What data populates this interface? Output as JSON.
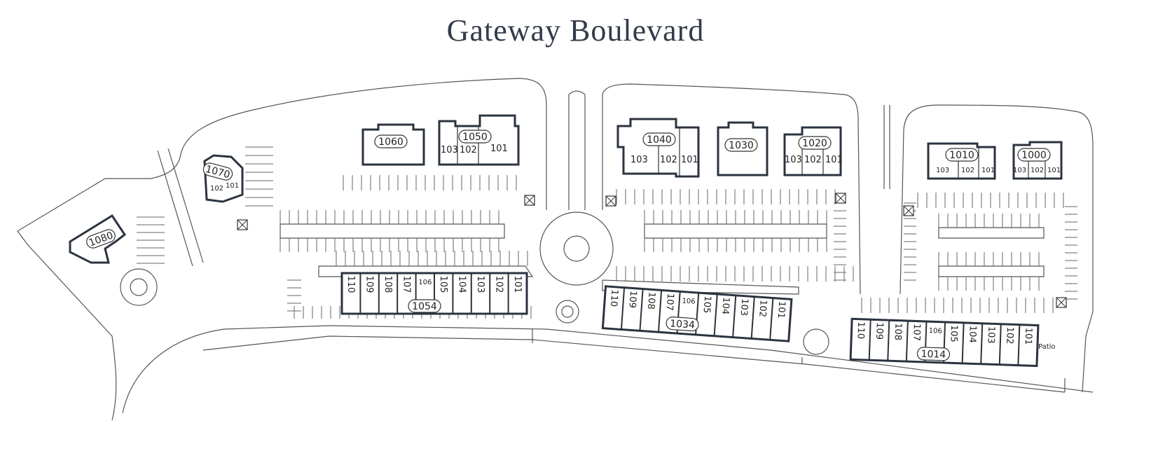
{
  "street": "Gateway Boulevard",
  "labels": {
    "b1080": "1080",
    "b1070": "1070",
    "b1060": "1060",
    "b1050": "1050",
    "b1040": "1040",
    "b1030": "1030",
    "b1020": "1020",
    "b1010": "1010",
    "b1000": "1000",
    "b1054": "1054",
    "b1034": "1034",
    "b1014": "1014",
    "patio": "Patio"
  },
  "units": {
    "b1070": [
      "102",
      "101"
    ],
    "b1050": [
      "103",
      "102",
      "101"
    ],
    "b1040": [
      "103",
      "102",
      "101"
    ],
    "b1020": [
      "103",
      "102",
      "101"
    ],
    "b1010": [
      "103",
      "102",
      "101"
    ],
    "b1000": [
      "103",
      "102",
      "101"
    ],
    "row": [
      "110",
      "109",
      "108",
      "107",
      "106",
      "105",
      "104",
      "103",
      "102",
      "101"
    ]
  }
}
